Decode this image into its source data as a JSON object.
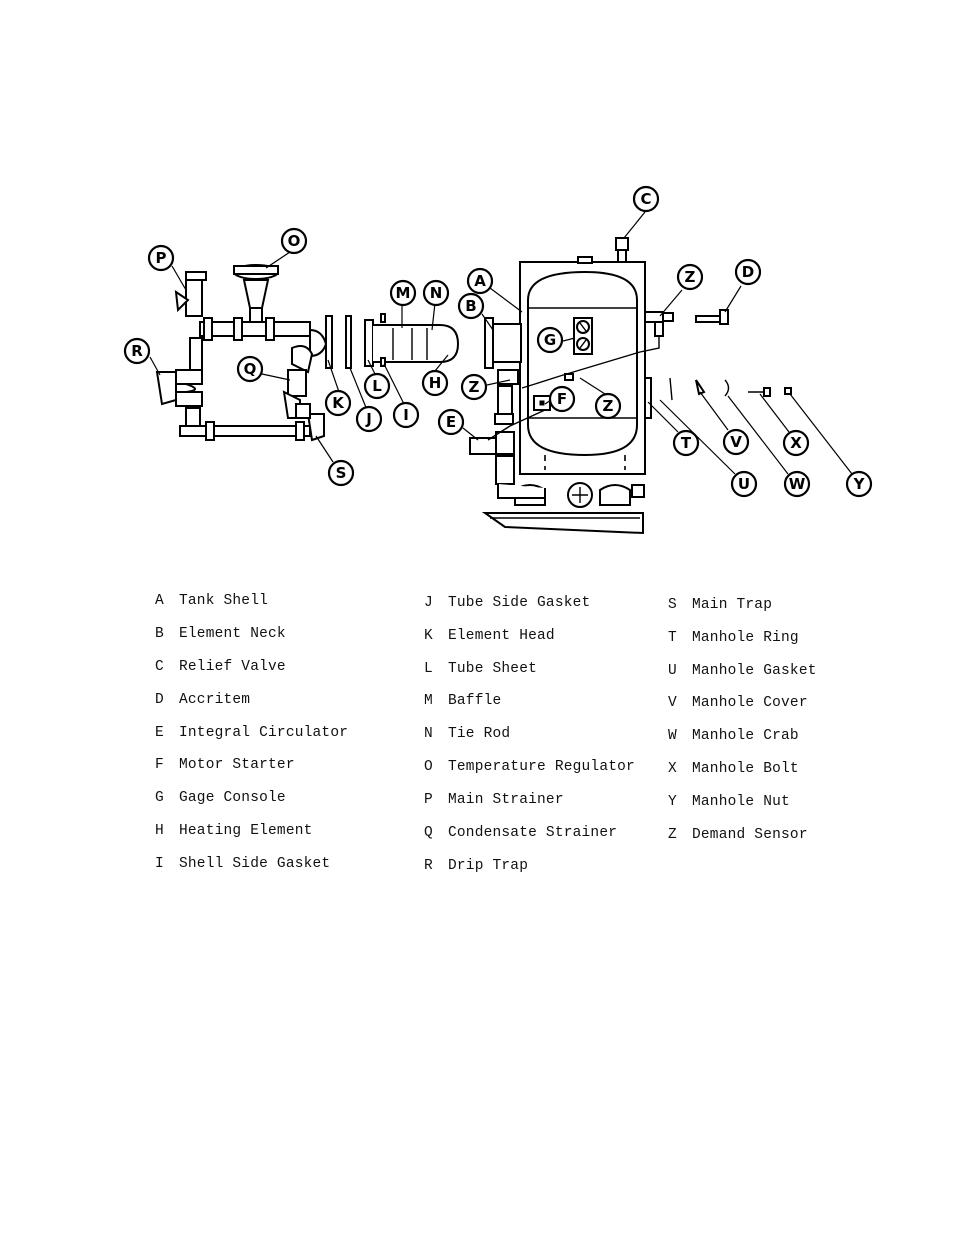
{
  "callouts": [
    "A",
    "B",
    "C",
    "D",
    "E",
    "F",
    "G",
    "H",
    "I",
    "J",
    "K",
    "L",
    "M",
    "N",
    "O",
    "P",
    "Q",
    "R",
    "S",
    "T",
    "U",
    "V",
    "W",
    "X",
    "Y",
    "Z"
  ],
  "legend": {
    "col1": [
      {
        "key": "A",
        "label": "Tank Shell"
      },
      {
        "key": "B",
        "label": "Element Neck"
      },
      {
        "key": "C",
        "label": "Relief Valve"
      },
      {
        "key": "D",
        "label": "Accritem"
      },
      {
        "key": "E",
        "label": "Integral Circulator"
      },
      {
        "key": "F",
        "label": "Motor Starter"
      },
      {
        "key": "G",
        "label": "Gage Console"
      },
      {
        "key": "H",
        "label": "Heating Element"
      },
      {
        "key": "I",
        "label": "Shell Side Gasket"
      }
    ],
    "col2": [
      {
        "key": "J",
        "label": "Tube Side Gasket"
      },
      {
        "key": "K",
        "label": "Element Head"
      },
      {
        "key": "L",
        "label": "Tube Sheet"
      },
      {
        "key": "M",
        "label": "Baffle"
      },
      {
        "key": "N",
        "label": "Tie Rod"
      },
      {
        "key": "O",
        "label": "Temperature Regulator"
      },
      {
        "key": "P",
        "label": "Main Strainer"
      },
      {
        "key": "Q",
        "label": "Condensate Strainer"
      },
      {
        "key": "R",
        "label": "Drip Trap"
      }
    ],
    "col3": [
      {
        "key": "S",
        "label": "Main Trap"
      },
      {
        "key": "T",
        "label": "Manhole Ring"
      },
      {
        "key": "U",
        "label": "Manhole Gasket"
      },
      {
        "key": "V",
        "label": "Manhole Cover"
      },
      {
        "key": "W",
        "label": "Manhole Crab"
      },
      {
        "key": "X",
        "label": "Manhole Bolt"
      },
      {
        "key": "Y",
        "label": "Manhole Nut"
      },
      {
        "key": "Z",
        "label": "Demand Sensor"
      }
    ]
  }
}
